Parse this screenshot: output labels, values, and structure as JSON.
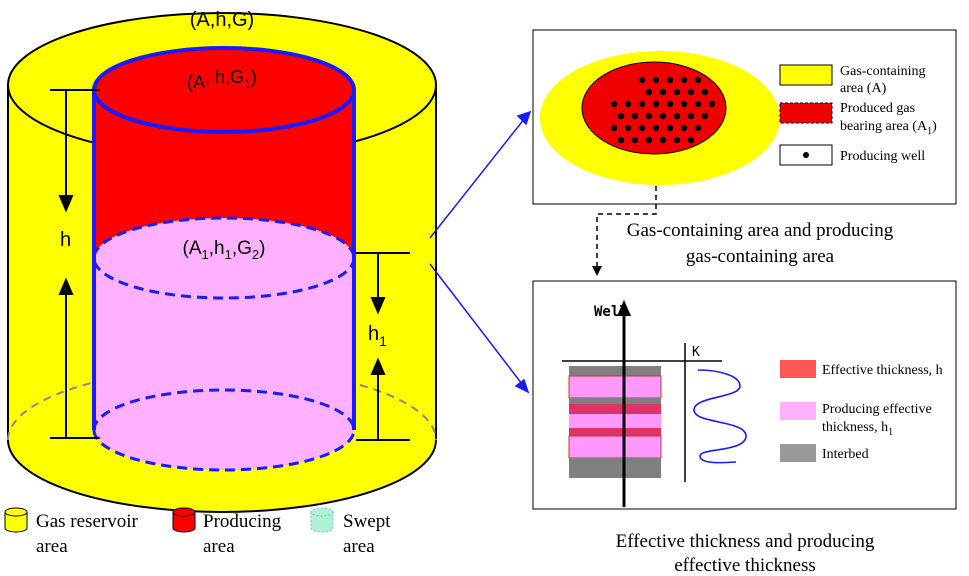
{
  "cylinder": {
    "top_label": "(A,h,G)",
    "inner_top_label": {
      "base": "(A",
      "sub1": "1",
      "mid": ", h,G",
      "sub2": "1",
      "end": ")"
    },
    "swept_label": {
      "base": "(A",
      "sub1": "1",
      "mid": ",h",
      "sub2": "1",
      "mid2": ",G",
      "sub3": "2",
      "end": ")"
    },
    "h_label": "h",
    "h1_label": {
      "base": "h",
      "sub": "1"
    }
  },
  "legend_bottom": {
    "items": [
      {
        "line1": "Gas reservoir",
        "line2": "area",
        "color": "#ffff00"
      },
      {
        "line1": "Producing",
        "line2": "area",
        "color": "#ff0000"
      },
      {
        "line1": "Swept",
        "line2": "area",
        "color": "#b0f0d8"
      }
    ]
  },
  "panel_top": {
    "legend": {
      "gas_area_line1": "Gas-containing",
      "gas_area_line2": "area (A)",
      "produced_line1": "Produced gas",
      "produced_line2_base": "bearing area (A",
      "produced_line2_sub": "1",
      "produced_line2_end": ")",
      "producing_well": "Producing well"
    },
    "caption_line1": "Gas-containing area and producing",
    "caption_line2": "gas-containing area"
  },
  "panel_bottom": {
    "well_label": "Well",
    "k_label": "K",
    "legend": {
      "effective": "Effective thickness, h",
      "producing_line1": "Producing effective",
      "producing_line2_base": "thickness, h",
      "producing_line2_sub": "1",
      "interbed": "Interbed"
    },
    "caption_line1": "Effective thickness and producing",
    "caption_line2": "effective thickness"
  },
  "colors": {
    "yellow": "#ffff00",
    "red": "#ff0000",
    "pink": "#ffb0ff",
    "blue": "#1a1aff",
    "gray": "#808080",
    "dark_red": "#cc3333"
  }
}
